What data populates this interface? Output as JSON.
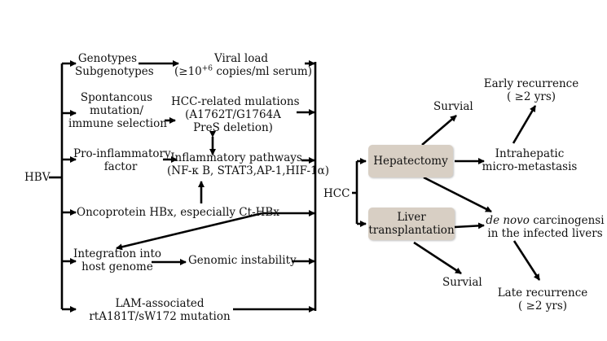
{
  "left": {
    "hbv": "HBV",
    "genotypes": "Genotypes",
    "subgenotypes": "Subgenotypes",
    "viral_load": "Viral load",
    "viral_load_detail_pre": "(≥10",
    "viral_load_detail_sup": "+6",
    "viral_load_detail_post": " copies/ml serum)",
    "spontaneous_1": "Spontancous",
    "spontaneous_2": "mutation/",
    "spontaneous_3": "immune selection",
    "hcc_mut_1": "HCC-related mulations",
    "hcc_mut_2": "(A1762T/G1764A",
    "hcc_mut_3": "PreS deletion)",
    "proinf_1": "Pro-inflammatory",
    "proinf_2": "factor",
    "inflam_1": "Inflammatory pathways",
    "inflam_2": "(NF-κ B, STAT3,AP-1,HIF-1α)",
    "oncoprotein": "Oncoprotein HBx, especially Ct-HBx",
    "integration_1": "Integration into",
    "integration_2": "host genome",
    "genomic": "Genomic instability",
    "lam_1": "LAM-associated",
    "lam_2": "rtA181T/sW172 mutation"
  },
  "right": {
    "hcc": "HCC",
    "hepatectomy": "Hepatectomy",
    "liver_1": "Liver",
    "liver_2": "transplantation",
    "survial_top": "Survial",
    "survial_bottom": "Survial",
    "early_1": "Early recurrence",
    "early_2": "( ≥2 yrs)",
    "intra_1": "Intrahepatic",
    "intra_2": "micro-metastasis",
    "denovo_italic": "de novo",
    "denovo_rest": " carcinogensi",
    "denovo_2": "in the infected livers",
    "late_1": "Late recurrence",
    "late_2": "( ≥2 yrs)"
  }
}
